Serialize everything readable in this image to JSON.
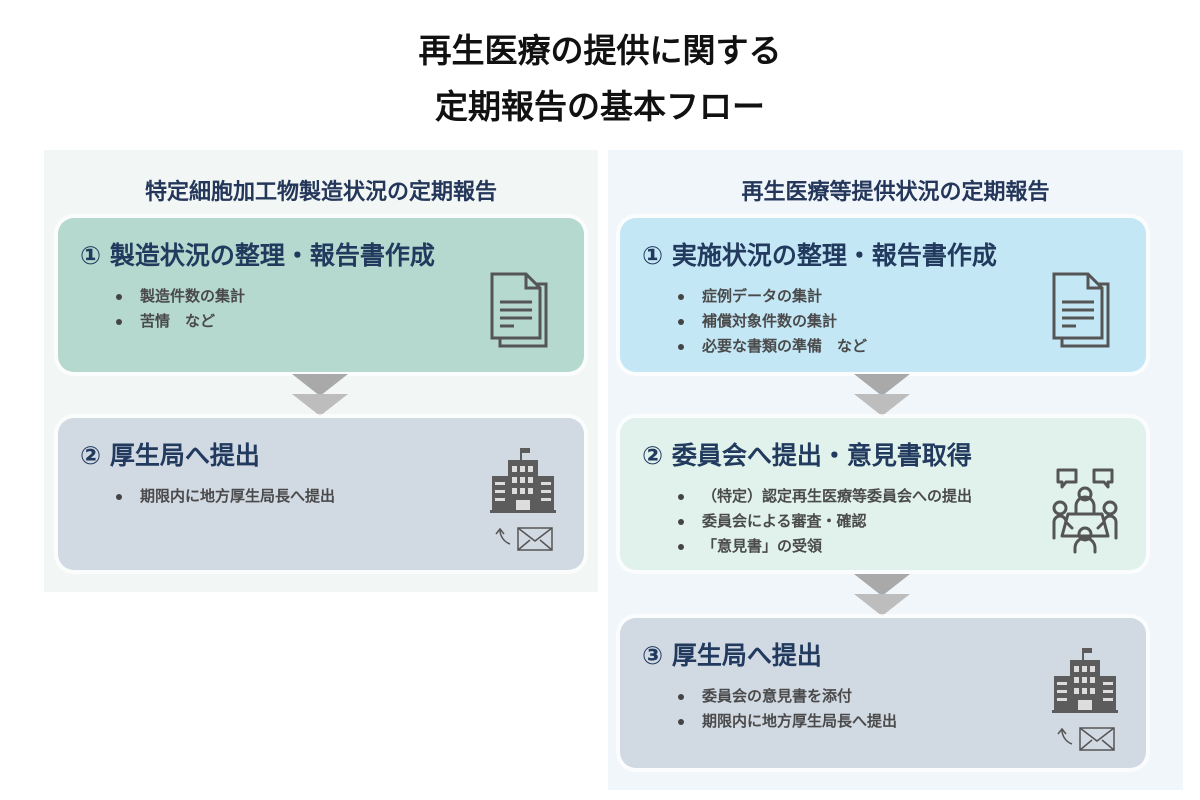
{
  "title": {
    "line1": "再生医療の提供に関する",
    "line2": "定期報告の基本フロー"
  },
  "left": {
    "heading": "特定細胞加工物製造状況の定期報告",
    "step1": {
      "title": "① 製造状況の整理・報告書作成",
      "items": [
        "製造件数の集計",
        "苦情　など"
      ],
      "icon": "document-icon"
    },
    "step2": {
      "title": "② 厚生局へ提出",
      "items": [
        "期限内に地方厚生局長へ提出"
      ],
      "icon": "government-building-icon"
    }
  },
  "right": {
    "heading": "再生医療等提供状況の定期報告",
    "step1": {
      "title": "① 実施状況の整理・報告書作成",
      "items": [
        "症例データの集計",
        "補償対象件数の集計",
        "必要な書類の準備　など"
      ],
      "icon": "document-icon"
    },
    "step2": {
      "title": "② 委員会へ提出・意見書取得",
      "items": [
        "（特定）認定再生医療等委員会への提出",
        "委員会による審査・確認",
        "「意見書」の受領"
      ],
      "icon": "meeting-icon"
    },
    "step3": {
      "title": "③ 厚生局へ提出",
      "items": [
        "委員会の意見書を添付",
        "期限内に地方厚生局長へ提出"
      ],
      "icon": "government-building-icon"
    }
  },
  "colors": {
    "left_panel": "#f2f7f5",
    "right_panel": "#f1f6fa",
    "green_card": "#b5d9cf",
    "blue_card": "#c4e7f6",
    "mint_card": "#e0f2eb",
    "gray_card": "#d1d9e3",
    "arrow": "#a9a9a9"
  }
}
